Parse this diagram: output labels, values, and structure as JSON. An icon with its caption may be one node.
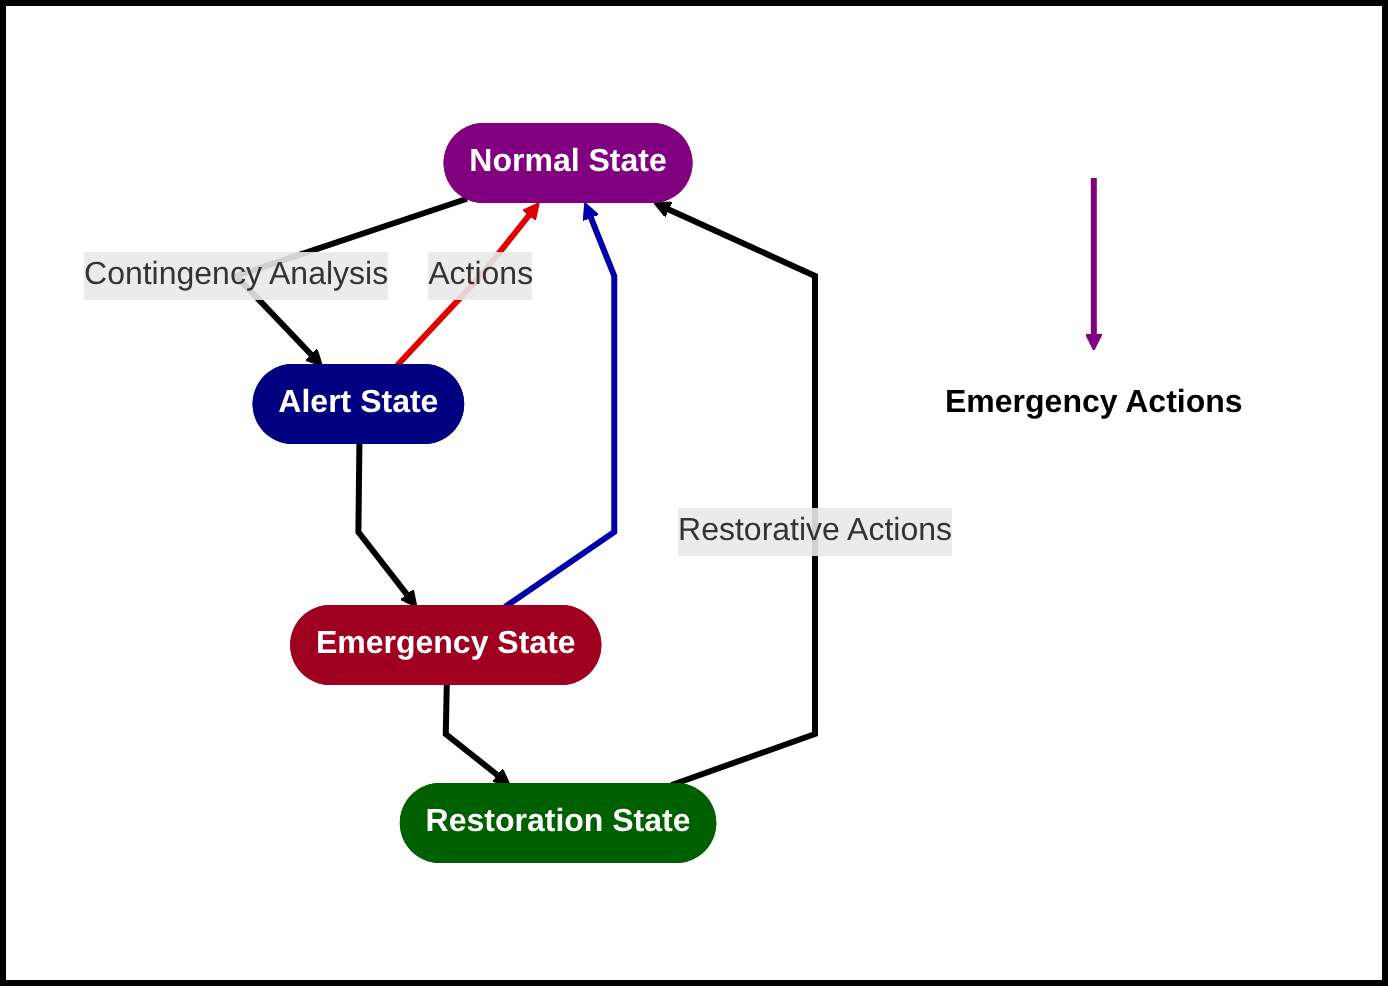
{
  "diagram": {
    "nodes": [
      {
        "text": [
          "Normal State"
        ]
      },
      {
        "text": [
          "Alert State"
        ]
      },
      {
        "text": [
          "Emergency State"
        ]
      },
      {
        "text": [
          "Restoration State"
        ]
      },
      {
        "text": [
          "Emergency Actions"
        ]
      }
    ],
    "edges": [
      {
        "from": 0,
        "to": 1,
        "arrow": "to",
        "label": "Contingency Analysis"
      },
      {
        "from": 1,
        "to": 0,
        "arrow": "to",
        "label": "Actions",
        "color": "#e00000"
      },
      {
        "from": 1,
        "to": 2,
        "arrow": "to"
      },
      {
        "from": 2,
        "to": 0,
        "arrow": "to",
        "color": "#0000aa"
      },
      {
        "from": 2,
        "to": 3,
        "arrow": "to"
      },
      {
        "from": 3,
        "to": 0,
        "arrow": "to",
        "label": "Restorative Actions"
      },
      {
        "from": null,
        "to": 4,
        "arrow": "to",
        "color": "#800080"
      }
    ]
  }
}
